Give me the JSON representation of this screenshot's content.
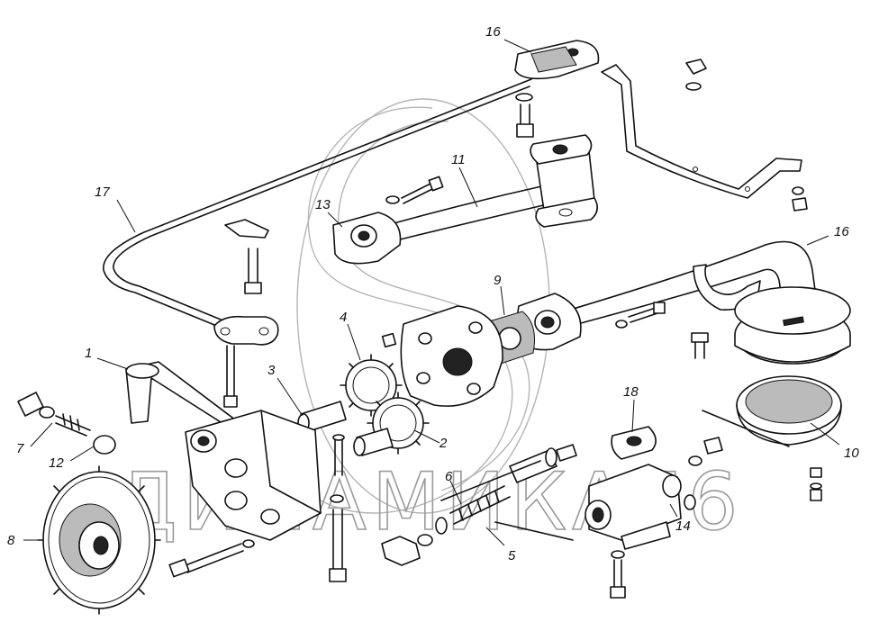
{
  "watermark": "ДИНАМИКА76",
  "callouts": [
    {
      "id": "16a",
      "text": "16"
    },
    {
      "id": "16b",
      "text": "16"
    },
    {
      "id": "17",
      "text": "17"
    },
    {
      "id": "11",
      "text": "11"
    },
    {
      "id": "13",
      "text": "13"
    },
    {
      "id": "9",
      "text": "9"
    },
    {
      "id": "4",
      "text": "4"
    },
    {
      "id": "3",
      "text": "3"
    },
    {
      "id": "1",
      "text": "1"
    },
    {
      "id": "7",
      "text": "7"
    },
    {
      "id": "12",
      "text": "12"
    },
    {
      "id": "8",
      "text": "8"
    },
    {
      "id": "2",
      "text": "2"
    },
    {
      "id": "6",
      "text": "6"
    },
    {
      "id": "5",
      "text": "5"
    },
    {
      "id": "18",
      "text": "18"
    },
    {
      "id": "14",
      "text": "14"
    },
    {
      "id": "10",
      "text": "10"
    }
  ]
}
